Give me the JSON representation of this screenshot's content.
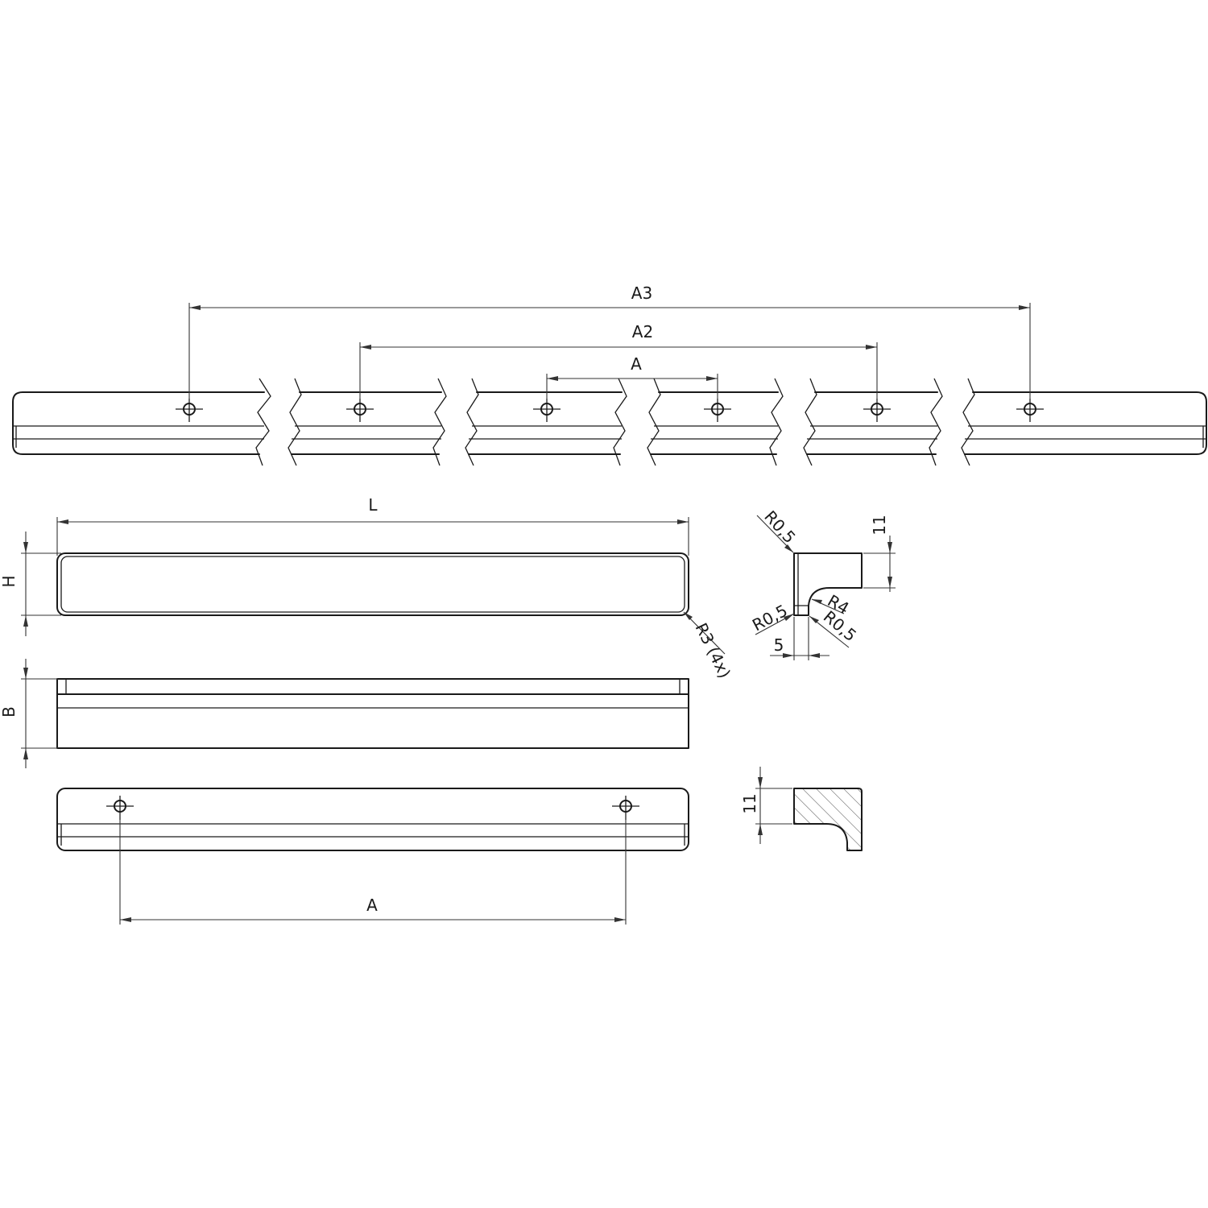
{
  "labels": {
    "a3": "A3",
    "a2": "A2",
    "a_top": "A",
    "l": "L",
    "h": "H",
    "b": "B",
    "a_bottom": "A",
    "r3": "R3 (4x)",
    "r05_top": "R0,5",
    "r05_left": "R0,5",
    "r05_right": "R0,5",
    "r4": "R4",
    "five": "5",
    "eleven_profile": "11",
    "eleven_section": "11"
  },
  "colors": {
    "line": "#1a1a1a",
    "dimension": "#333333",
    "background": "#ffffff"
  }
}
